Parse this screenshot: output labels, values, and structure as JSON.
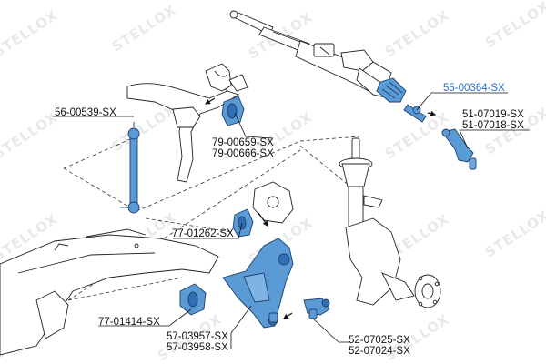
{
  "watermark": "STELLOX",
  "labels": {
    "steering_rack": "55-00364-SX",
    "tie_rod_end_1": "51-07019-SX",
    "tie_rod_end_2": "51-07018-SX",
    "stabilizer_link": "56-00539-SX",
    "stabilizer_bushing_1": "79-00659-SX",
    "stabilizer_bushing_2": "79-00666-SX",
    "arm_bushing_rear": "77-01262-SX",
    "arm_bushing_front": "77-01414-SX",
    "control_arm_1": "57-03957-SX",
    "control_arm_2": "57-03958-SX",
    "ball_joint_1": "52-07025-SX",
    "ball_joint_2": "52-07024-SX"
  },
  "colors": {
    "highlight_label": "#2a6fc9",
    "part_blue": "#5a9bd5",
    "line_art": "#222222",
    "watermark": "#cfcfcf"
  }
}
